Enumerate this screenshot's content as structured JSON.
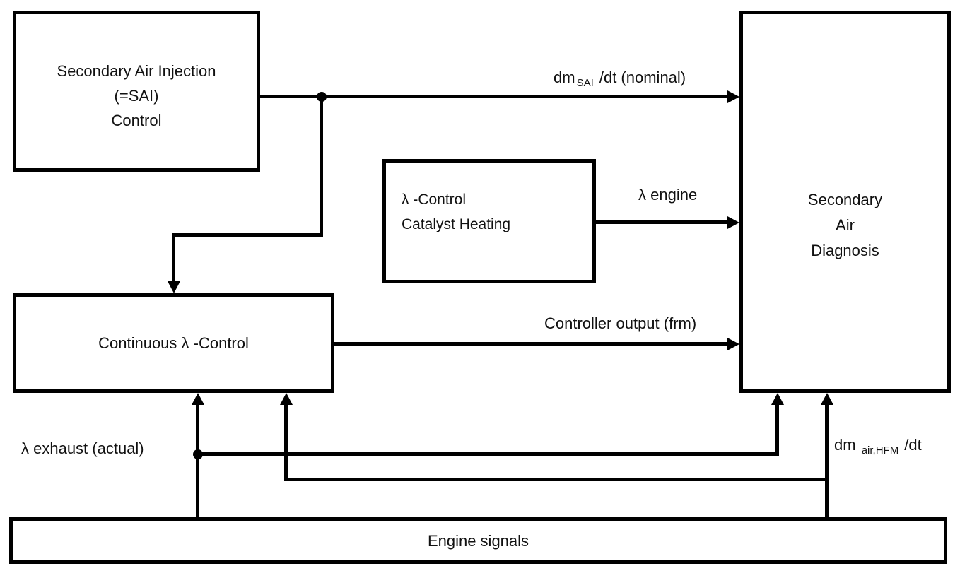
{
  "boxes": {
    "sai_control": {
      "lines": [
        "Secondary Air Injection",
        "(=SAI)",
        "Control"
      ]
    },
    "catalyst_heating": {
      "lines": [
        "λ -Control",
        "Catalyst Heating"
      ]
    },
    "diagnosis": {
      "lines": [
        "Secondary",
        "Air",
        "Diagnosis"
      ]
    },
    "continuous_control": {
      "label": "Continuous λ -Control"
    },
    "engine_signals": {
      "label": "Engine signals"
    }
  },
  "signals": {
    "dm_sai": {
      "pre": "dm",
      "sub": "SAI",
      "post": " /dt (nominal)"
    },
    "lambda_engine": "λ engine",
    "controller_output": "Controller output (frm)",
    "lambda_exhaust": "λ exhaust (actual)",
    "dm_air_hfm": {
      "pre": "dm ",
      "sub": "air,HFM",
      "post": " /dt"
    }
  },
  "colors": {
    "line": "#000000",
    "text": "#111111",
    "background": "#ffffff"
  }
}
